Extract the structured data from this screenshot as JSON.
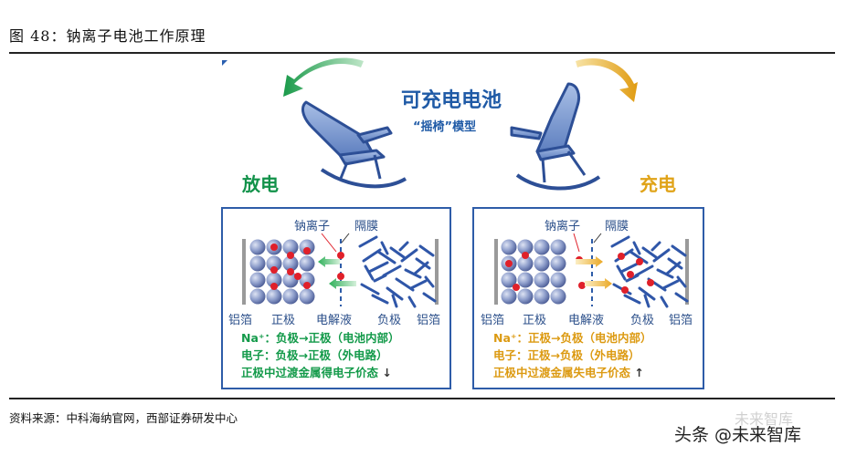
{
  "figure": {
    "title": "图 48：钠离子电池工作原理",
    "source": "资料来源：中科海纳官网，西部证券研发中心",
    "watermark": "头条 @未来智库",
    "watermark_faint": "未来智库"
  },
  "diagram": {
    "main_title": "可充电电池",
    "subtitle": "“摇椅”模型",
    "discharge_label": "放电",
    "charge_label": "充电",
    "colors": {
      "discharge": "#12924a",
      "charge": "#e0a318",
      "blue": "#1f5aa6",
      "ion": "#e0202a"
    },
    "panels": [
      {
        "mode": "discharge",
        "top_labels": {
          "ion": "钠离子",
          "separator": "隔膜"
        },
        "bottom_labels": [
          "铝箔",
          "正极",
          "电解液",
          "负极",
          "铝箔"
        ],
        "notes": [
          "Na⁺：负极→正极（电池内部）",
          "电子：负极→正极（外电路）",
          "正极中过渡金属得电子价态"
        ],
        "trend_arrow": "↓"
      },
      {
        "mode": "charge",
        "top_labels": {
          "ion": "钠离子",
          "separator": "隔膜"
        },
        "bottom_labels": [
          "铝箔",
          "正极",
          "电解液",
          "负极",
          "铝箔"
        ],
        "notes": [
          "Na⁺：正极→负极（电池内部）",
          "电子：正极→负极（外电路）",
          "正极中过渡金属失电子价态"
        ],
        "trend_arrow": "↑"
      }
    ]
  }
}
